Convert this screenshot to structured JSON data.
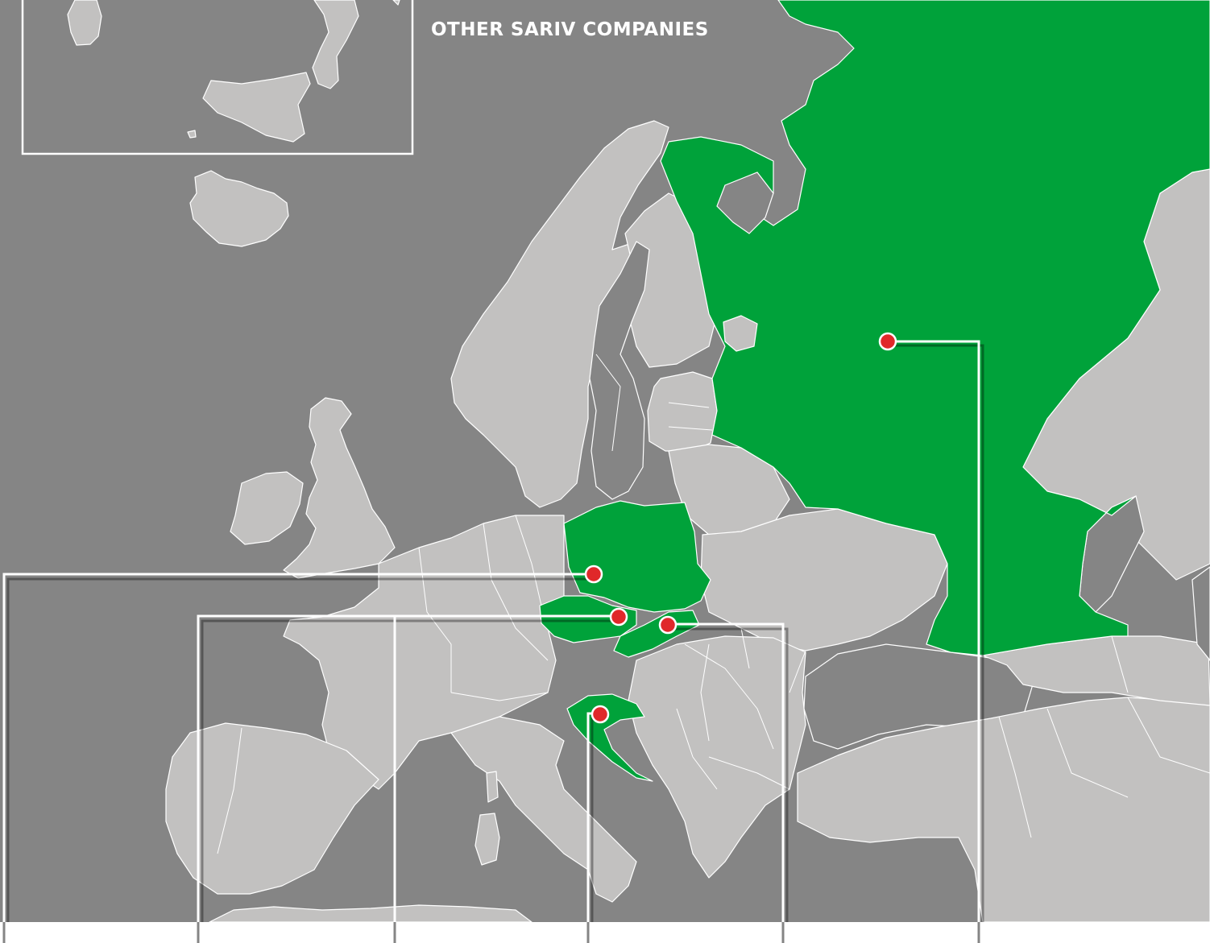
{
  "title": "OTHER SARIV COMPANIES",
  "colors": {
    "sea": "#858585",
    "land": "#c2c1c0",
    "highlight": "#00a23a",
    "marker": "#e0282a",
    "border": "#ffffff"
  },
  "highlighted_countries": [
    "Russia",
    "Poland",
    "Czech Republic",
    "Slovakia",
    "Croatia"
  ],
  "markers": [
    {
      "name": "russia-marker",
      "country": "Russia"
    },
    {
      "name": "poland-marker",
      "country": "Poland"
    },
    {
      "name": "czech-marker",
      "country": "Czech Republic"
    },
    {
      "name": "slovakia-marker",
      "country": "Slovakia"
    },
    {
      "name": "croatia-marker",
      "country": "Croatia"
    }
  ]
}
